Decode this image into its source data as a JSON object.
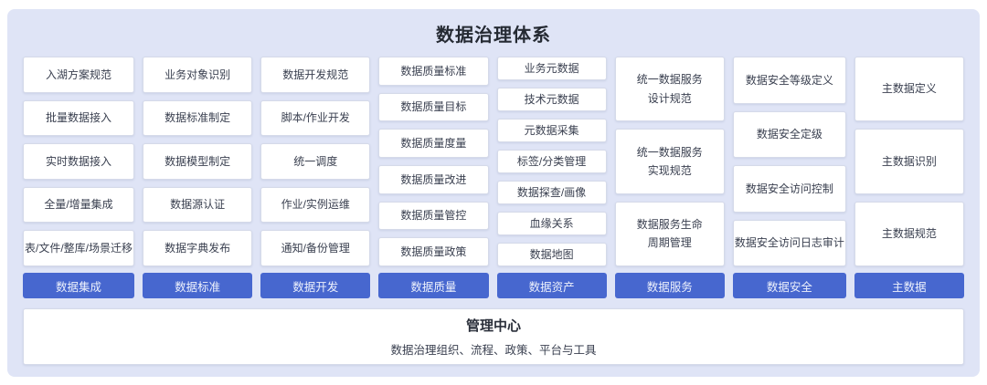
{
  "title": "数据治理体系",
  "accent_color": "#4767cf",
  "panel_background": "#dfe4f6",
  "columns": [
    {
      "category": "数据集成",
      "items": [
        "入湖方案规范",
        "批量数据接入",
        "实时数据接入",
        "全量/增量集成",
        "表/文件/整库/场景迁移"
      ]
    },
    {
      "category": "数据标准",
      "items": [
        "业务对象识别",
        "数据标准制定",
        "数据模型制定",
        "数据源认证",
        "数据字典发布"
      ]
    },
    {
      "category": "数据开发",
      "items": [
        "数据开发规范",
        "脚本/作业开发",
        "统一调度",
        "作业/实例运维",
        "通知/备份管理"
      ]
    },
    {
      "category": "数据质量",
      "items": [
        "数据质量标准",
        "数据质量目标",
        "数据质量度量",
        "数据质量改进",
        "数据质量管控",
        "数据质量政策"
      ]
    },
    {
      "category": "数据资产",
      "items": [
        "业务元数据",
        "技术元数据",
        "元数据采集",
        "标签/分类管理",
        "数据探查/画像",
        "血缘关系",
        "数据地图"
      ]
    },
    {
      "category": "数据服务",
      "items": [
        "统一数据服务\n设计规范",
        "统一数据服务\n实现规范",
        "数据服务生命\n周期管理"
      ]
    },
    {
      "category": "数据安全",
      "items": [
        "数据安全等级定义",
        "数据安全定级",
        "数据安全访问控制",
        "数据安全访问日志审计"
      ]
    },
    {
      "category": "主数据",
      "items": [
        "主数据定义",
        "主数据识别",
        "主数据规范"
      ]
    }
  ],
  "management_center": {
    "title": "管理中心",
    "subtitle": "数据治理组织、流程、政策、平台与工具"
  }
}
